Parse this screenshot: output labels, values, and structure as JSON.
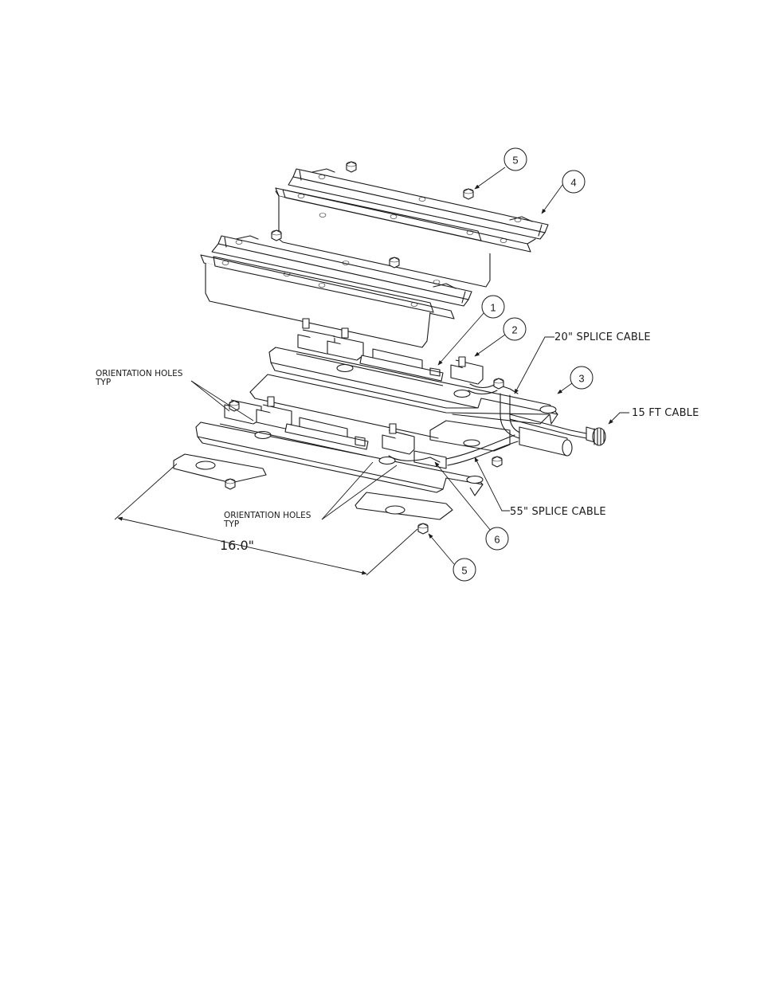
{
  "balloons": {
    "b1": "1",
    "b2": "2",
    "b3": "3",
    "b4": "4",
    "b5_top": "5",
    "b5_bottom": "5",
    "b6": "6"
  },
  "labels": {
    "splice20": "20\" SPLICE CABLE",
    "cable15": "15 FT CABLE",
    "splice55": "55\" SPLICE CABLE",
    "orient_upper_l1": "ORIENTATION HOLES",
    "orient_upper_l2": "TYP",
    "orient_lower_l1": "ORIENTATION HOLES",
    "orient_lower_l2": "TYP",
    "dimension": "16.0\""
  }
}
